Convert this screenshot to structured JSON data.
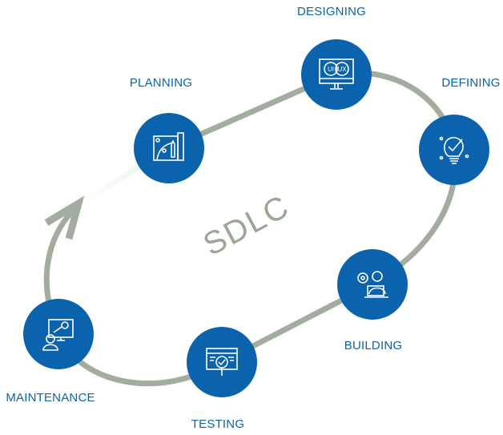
{
  "title": "SDLC",
  "colors": {
    "node": "#0b63ae",
    "path": "#a3ad9f",
    "label": "#0b63ae"
  },
  "stages": [
    {
      "label": "PLANNING",
      "icon": "blueprint-icon"
    },
    {
      "label": "DESIGNING",
      "icon": "ui-ux-monitor-icon"
    },
    {
      "label": "DEFINING",
      "icon": "lightbulb-check-icon"
    },
    {
      "label": "BUILDING",
      "icon": "developer-laptop-icon"
    },
    {
      "label": "TESTING",
      "icon": "browser-search-check-icon"
    },
    {
      "label": "MAINTENANCE",
      "icon": "monitor-wrench-user-icon"
    }
  ],
  "ui_ux_text": {
    "ui": "UI",
    "ux": "UX"
  }
}
